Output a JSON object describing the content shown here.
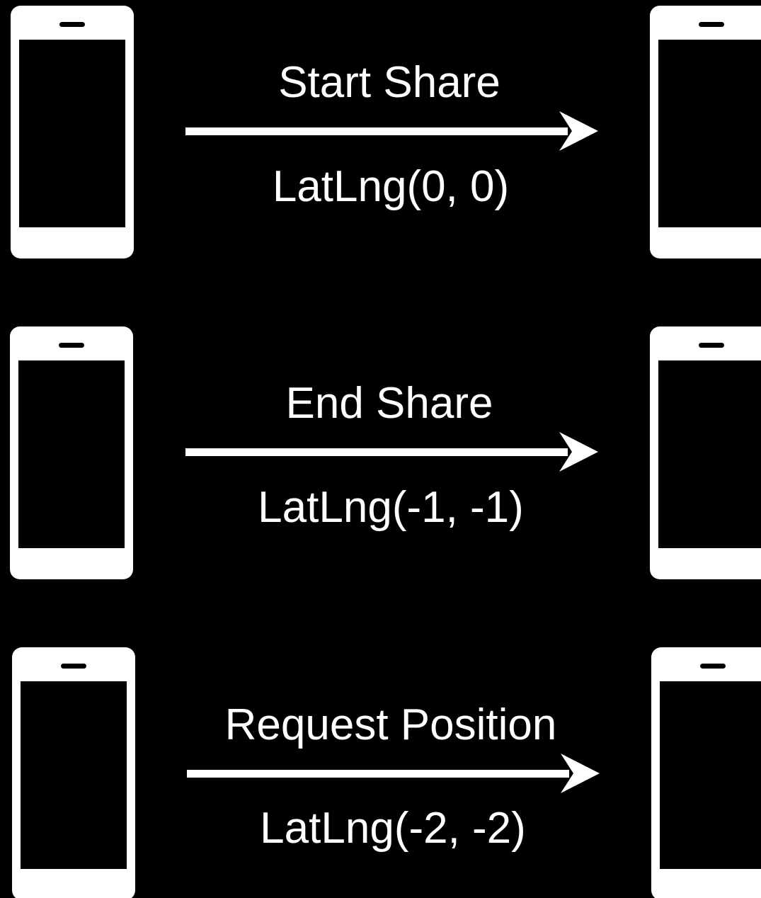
{
  "colors": {
    "background": "#000000",
    "foreground": "#ffffff"
  },
  "rows": [
    {
      "message": "Start Share",
      "payload": "LatLng(0, 0)",
      "sender_icon": "smartphone-icon",
      "receiver_icon": "smartphone-icon",
      "arrow_icon": "arrow-right-icon"
    },
    {
      "message": "End Share",
      "payload": "LatLng(-1, -1)",
      "sender_icon": "smartphone-icon",
      "receiver_icon": "smartphone-icon",
      "arrow_icon": "arrow-right-icon"
    },
    {
      "message": "Request Position",
      "payload": "LatLng(-2, -2)",
      "sender_icon": "smartphone-icon",
      "receiver_icon": "smartphone-icon",
      "arrow_icon": "arrow-right-icon"
    }
  ]
}
